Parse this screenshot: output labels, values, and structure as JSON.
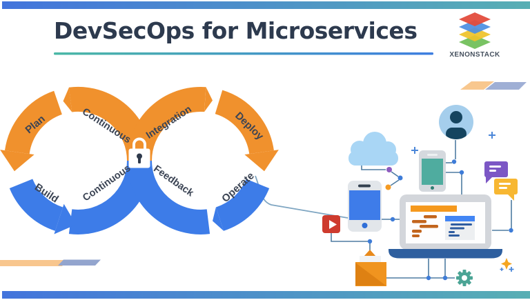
{
  "header": {
    "title": "DevSecOps for Microservices",
    "logo": {
      "text": "XENONSTACK"
    }
  },
  "loop": {
    "labels": {
      "plan": "Plan",
      "continuous_top": "Continuous",
      "integration": "Integration",
      "deploy": "Deploy",
      "build": "Build",
      "continuous_bottom": "Continuous",
      "feedback": "Feedback",
      "operate": "Operate"
    },
    "colors": {
      "dev": "#F0912D",
      "ops": "#3D7CE8",
      "label": "#3B4454"
    },
    "center_icon": "padlock-icon"
  },
  "illustration": {
    "icons": [
      "cloud-icon",
      "user-avatar-icon",
      "smartphone-teal-icon",
      "smartphone-blue-icon",
      "video-play-icon",
      "laptop-code-icon",
      "mail-icon",
      "gear-icon",
      "chat-bubble-purple-icon",
      "chat-bubble-yellow-icon",
      "sparkle-icon",
      "plus-icon"
    ]
  },
  "accents": {
    "top_bar_left": "#4374DC",
    "top_bar_right": "#58AFB4",
    "underline_left": "#4BB8A6",
    "underline_right": "#3E7EE0",
    "connector": "#4E7CA2"
  }
}
